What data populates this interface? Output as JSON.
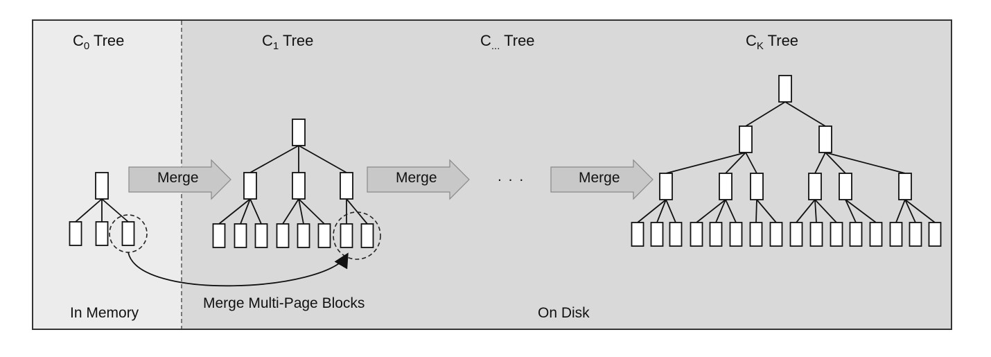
{
  "titles": {
    "c0": {
      "letter": "C",
      "sub": "0",
      "suffix": " Tree"
    },
    "c1": {
      "letter": "C",
      "sub": "1",
      "suffix": " Tree"
    },
    "cdots": {
      "letter": "C",
      "sub": "...",
      "suffix": " Tree"
    },
    "ck": {
      "letter": "C",
      "sub": "K",
      "suffix": " Tree"
    }
  },
  "merge_arrows": [
    "Merge",
    "Merge",
    "Merge"
  ],
  "ellipsis": ". . .",
  "multi_page_label": "Merge Multi-Page Blocks",
  "regions": {
    "memory": "In Memory",
    "disk": "On Disk"
  },
  "colors": {
    "memory_bg": "#ececec",
    "disk_bg": "#d9d9d9",
    "arrow_fill": "#c8c8c8",
    "node_fill": "#ffffff",
    "line": "#111111"
  }
}
